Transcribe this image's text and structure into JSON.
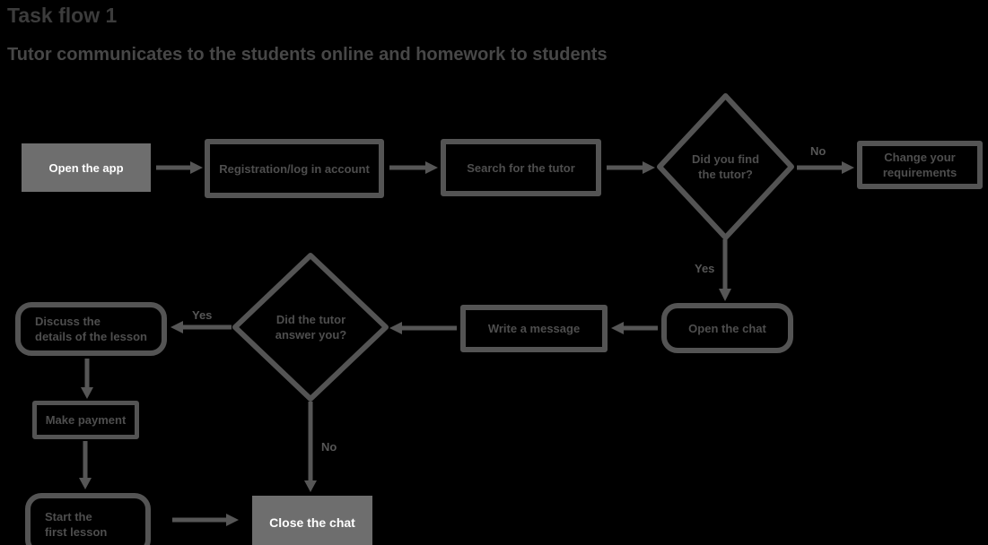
{
  "page": {
    "title": "Task flow 1",
    "subtitle": "Tutor communicates to the students online and homework to students"
  },
  "colors": {
    "background": "#000000",
    "node_border": "#545454",
    "node_text": "#4e4e4e",
    "filled_node_fill": "#6e6e6e",
    "filled_node_text": "#ffffff",
    "arrow": "#565656",
    "title_text": "#3c3c3c",
    "subtitle_text": "#474747"
  },
  "nodes": {
    "open_app": {
      "label": "Open the app"
    },
    "registration": {
      "label": "Registration/log in account"
    },
    "search_tutor": {
      "label": "Search for the tutor"
    },
    "found_decision": {
      "line1": "Did you find",
      "line2": "the tutor?"
    },
    "change_requirements": {
      "line1": "Change your",
      "line2": "requirements"
    },
    "open_chat": {
      "label": "Open the chat"
    },
    "write_message": {
      "label": "Write a message"
    },
    "answer_decision": {
      "line1": "Did the tutor",
      "line2": "answer you?"
    },
    "discuss_details": {
      "line1": "Discuss the",
      "line2": "details of the lesson"
    },
    "make_payment": {
      "label": "Make payment"
    },
    "start_lesson": {
      "line1": "Start the",
      "line2": "first lesson"
    },
    "close_chat": {
      "label": "Close the chat"
    }
  },
  "edge_labels": {
    "no_found": "No",
    "yes_found": "Yes",
    "yes_answer": "Yes",
    "no_answer": "No"
  }
}
